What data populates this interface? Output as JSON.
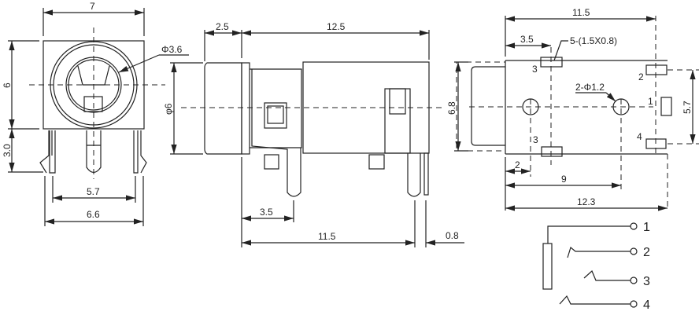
{
  "front_view": {
    "width": "7",
    "height": "6",
    "pin_height": "3.0",
    "pin_span_inner": "5.7",
    "pin_span_outer": "6.6",
    "bore": "Φ3.6"
  },
  "side_view": {
    "barrel_diameter": "φ6",
    "barrel_length": "2.5",
    "body_length": "12.5",
    "body_height": "6.8",
    "pin1_offset": "3.5",
    "pin_span": "11.5",
    "pin_thickness": "0.8"
  },
  "bottom_view": {
    "length": "11.5",
    "pad_offset": "3.5",
    "pad_spec": "5-(1.5X0.8)",
    "hole_spec": "2-Φ1.2",
    "hole1_offset": "2",
    "hole2_offset": "9",
    "overall": "12.3",
    "pad_span": "5.7",
    "pad_labels": [
      "3",
      "2",
      "1",
      "3",
      "4"
    ]
  },
  "schematic": {
    "pins": [
      "1",
      "2",
      "3",
      "4"
    ]
  }
}
